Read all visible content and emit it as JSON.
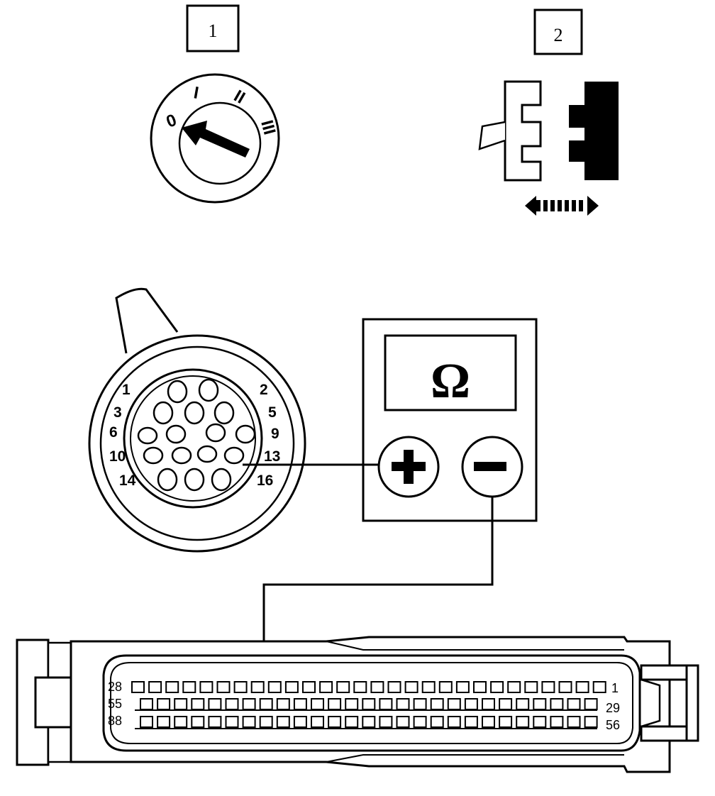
{
  "step_labels": {
    "step1": "1",
    "step2": "2"
  },
  "ignition_switch": {
    "positions": [
      "0",
      "I",
      "II",
      "III"
    ]
  },
  "diagnostic_connector": {
    "pin_labels": {
      "p1": "1",
      "p2": "2",
      "p3": "3",
      "p5": "5",
      "p6": "6",
      "p9": "9",
      "p10": "10",
      "p13": "13",
      "p14": "14",
      "p16": "16"
    }
  },
  "multimeter": {
    "display": "Ω",
    "positive_terminal": "+",
    "negative_terminal": "−"
  },
  "ecu_connector": {
    "row_labels": {
      "r1_left": "28",
      "r1_right": "1",
      "r2_left": "55",
      "r2_right": "29",
      "r3_left": "88",
      "r3_right": "56"
    }
  },
  "colors": {
    "ink": "#000000",
    "paper": "#ffffff"
  }
}
